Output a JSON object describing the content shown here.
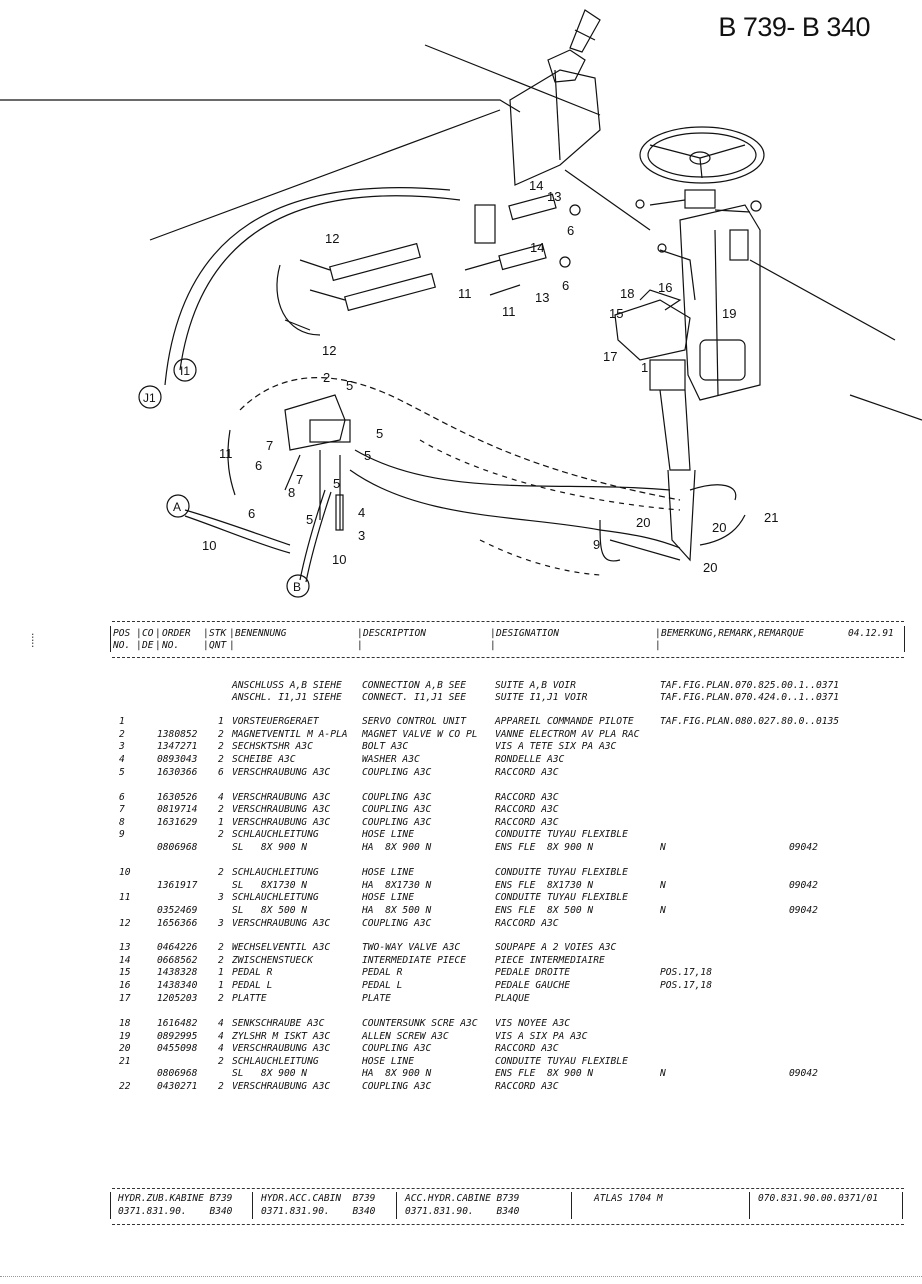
{
  "page": {
    "title": "B 739- B 340",
    "date": "04.12.91"
  },
  "diagram": {
    "callouts": [
      "1",
      "2",
      "3",
      "4",
      "5",
      "6",
      "7",
      "8",
      "9",
      "10",
      "11",
      "12",
      "13",
      "14",
      "15",
      "16",
      "17",
      "18",
      "19",
      "20",
      "21"
    ],
    "connection_labels": [
      "A",
      "B",
      "I1",
      "J1"
    ]
  },
  "table": {
    "headers": {
      "pos": "POS",
      "pos2": "NO.",
      "co": "CO",
      "co2": "DE",
      "order": "ORDER",
      "order2": "NO.",
      "stk": "STK",
      "stk2": "QNT",
      "benennung": "BENENNUNG",
      "description": "DESCRIPTION",
      "designation": "DESIGNATION",
      "remark": "BEMERKUNG,REMARK,REMARQUE"
    },
    "rows": [
      {
        "pos": "",
        "order": "",
        "qty": "",
        "ben": "ANSCHLUSS A,B SIEHE",
        "desc": "CONNECTION A,B SEE",
        "desig": "SUITE A,B VOIR",
        "rem": "TAF.FIG.PLAN.070.825.00.1..0371",
        "rem2": ""
      },
      {
        "pos": "",
        "order": "",
        "qty": "",
        "ben": "ANSCHL. I1,J1 SIEHE",
        "desc": "CONNECT. I1,J1 SEE",
        "desig": "SUITE I1,J1 VOIR",
        "rem": "TAF.FIG.PLAN.070.424.0..1..0371",
        "rem2": ""
      },
      {
        "pos": "1",
        "order": "",
        "qty": "1",
        "ben": "VORSTEUERGERAET",
        "desc": "SERVO CONTROL UNIT",
        "desig": "APPAREIL COMMANDE PILOTE",
        "rem": "TAF.FIG.PLAN.080.027.80.0..0135",
        "rem2": ""
      },
      {
        "pos": "2",
        "order": "1380852",
        "qty": "2",
        "ben": "MAGNETVENTIL M A-PLA",
        "desc": "MAGNET VALVE W CO PL",
        "desig": "VANNE ELECTROM AV PLA RAC",
        "rem": "",
        "rem2": ""
      },
      {
        "pos": "3",
        "order": "1347271",
        "qty": "2",
        "ben": "SECHSKTSHR A3C",
        "desc": "BOLT A3C",
        "desig": "VIS A TETE SIX PA A3C",
        "rem": "",
        "rem2": ""
      },
      {
        "pos": "4",
        "order": "0893043",
        "qty": "2",
        "ben": "SCHEIBE A3C",
        "desc": "WASHER A3C",
        "desig": "RONDELLE A3C",
        "rem": "",
        "rem2": ""
      },
      {
        "pos": "5",
        "order": "1630366",
        "qty": "6",
        "ben": "VERSCHRAUBUNG A3C",
        "desc": "COUPLING A3C",
        "desig": "RACCORD A3C",
        "rem": "",
        "rem2": ""
      },
      {
        "pos": "6",
        "order": "1630526",
        "qty": "4",
        "ben": "VERSCHRAUBUNG A3C",
        "desc": "COUPLING A3C",
        "desig": "RACCORD A3C",
        "rem": "",
        "rem2": ""
      },
      {
        "pos": "7",
        "order": "0819714",
        "qty": "2",
        "ben": "VERSCHRAUBUNG A3C",
        "desc": "COUPLING A3C",
        "desig": "RACCORD A3C",
        "rem": "",
        "rem2": ""
      },
      {
        "pos": "8",
        "order": "1631629",
        "qty": "1",
        "ben": "VERSCHRAUBUNG A3C",
        "desc": "COUPLING A3C",
        "desig": "RACCORD A3C",
        "rem": "",
        "rem2": ""
      },
      {
        "pos": "9",
        "order": "",
        "qty": "2",
        "ben": "SCHLAUCHLEITUNG",
        "desc": "HOSE LINE",
        "desig": "CONDUITE TUYAU FLEXIBLE",
        "rem": "",
        "rem2": ""
      },
      {
        "pos": "",
        "order": "0806968",
        "qty": "",
        "ben": "SL   8X 900 N",
        "desc": "HA  8X 900 N",
        "desig": "ENS FLE  8X 900 N",
        "rem": "N",
        "rem2": "09042"
      },
      {
        "pos": "10",
        "order": "",
        "qty": "2",
        "ben": "SCHLAUCHLEITUNG",
        "desc": "HOSE LINE",
        "desig": "CONDUITE TUYAU FLEXIBLE",
        "rem": "",
        "rem2": ""
      },
      {
        "pos": "",
        "order": "1361917",
        "qty": "",
        "ben": "SL   8X1730 N",
        "desc": "HA  8X1730 N",
        "desig": "ENS FLE  8X1730 N",
        "rem": "N",
        "rem2": "09042"
      },
      {
        "pos": "11",
        "order": "",
        "qty": "3",
        "ben": "SCHLAUCHLEITUNG",
        "desc": "HOSE LINE",
        "desig": "CONDUITE TUYAU FLEXIBLE",
        "rem": "",
        "rem2": ""
      },
      {
        "pos": "",
        "order": "0352469",
        "qty": "",
        "ben": "SL   8X 500 N",
        "desc": "HA  8X 500 N",
        "desig": "ENS FLE  8X 500 N",
        "rem": "N",
        "rem2": "09042"
      },
      {
        "pos": "12",
        "order": "1656366",
        "qty": "3",
        "ben": "VERSCHRAUBUNG A3C",
        "desc": "COUPLING A3C",
        "desig": "RACCORD A3C",
        "rem": "",
        "rem2": ""
      },
      {
        "pos": "13",
        "order": "0464226",
        "qty": "2",
        "ben": "WECHSELVENTIL A3C",
        "desc": "TWO-WAY VALVE A3C",
        "desig": "SOUPAPE A 2 VOIES A3C",
        "rem": "",
        "rem2": ""
      },
      {
        "pos": "14",
        "order": "0668562",
        "qty": "2",
        "ben": "ZWISCHENSTUECK",
        "desc": "INTERMEDIATE PIECE",
        "desig": "PIECE INTERMEDIAIRE",
        "rem": "",
        "rem2": ""
      },
      {
        "pos": "15",
        "order": "1438328",
        "qty": "1",
        "ben": "PEDAL R",
        "desc": "PEDAL R",
        "desig": "PEDALE DROITE",
        "rem": "POS.17,18",
        "rem2": ""
      },
      {
        "pos": "16",
        "order": "1438340",
        "qty": "1",
        "ben": "PEDAL L",
        "desc": "PEDAL L",
        "desig": "PEDALE GAUCHE",
        "rem": "POS.17,18",
        "rem2": ""
      },
      {
        "pos": "17",
        "order": "1205203",
        "qty": "2",
        "ben": "PLATTE",
        "desc": "PLATE",
        "desig": "PLAQUE",
        "rem": "",
        "rem2": ""
      },
      {
        "pos": "18",
        "order": "1616482",
        "qty": "4",
        "ben": "SENKSCHRAUBE A3C",
        "desc": "COUNTERSUNK SCRE A3C",
        "desig": "VIS NOYEE A3C",
        "rem": "",
        "rem2": ""
      },
      {
        "pos": "19",
        "order": "0892995",
        "qty": "4",
        "ben": "ZYLSHR M ISKT A3C",
        "desc": "ALLEN SCREW A3C",
        "desig": "VIS A SIX PA A3C",
        "rem": "",
        "rem2": ""
      },
      {
        "pos": "20",
        "order": "0455098",
        "qty": "4",
        "ben": "VERSCHRAUBUNG A3C",
        "desc": "COUPLING A3C",
        "desig": "RACCORD A3C",
        "rem": "",
        "rem2": ""
      },
      {
        "pos": "21",
        "order": "",
        "qty": "2",
        "ben": "SCHLAUCHLEITUNG",
        "desc": "HOSE LINE",
        "desig": "CONDUITE TUYAU FLEXIBLE",
        "rem": "",
        "rem2": ""
      },
      {
        "pos": "",
        "order": "0806968",
        "qty": "",
        "ben": "SL   8X 900 N",
        "desc": "HA  8X 900 N",
        "desig": "ENS FLE  8X 900 N",
        "rem": "N",
        "rem2": "09042"
      },
      {
        "pos": "22",
        "order": "0430271",
        "qty": "2",
        "ben": "VERSCHRAUBUNG A3C",
        "desc": "COUPLING A3C",
        "desig": "RACCORD A3C",
        "rem": "",
        "rem2": ""
      }
    ]
  },
  "footer": {
    "de_line1": "HYDR.ZUB.KABINE B739",
    "de_line2": "0371.831.90.    B340",
    "en_line1": "HYDR.ACC.CABIN  B739",
    "en_line2": "0371.831.90.    B340",
    "fr_line1": "ACC.HYDR.CABINE B739",
    "fr_line2": "0371.831.90.    B340",
    "model": "ATLAS 1704 M",
    "doc_no": "070.831.90.00.0371/01"
  }
}
